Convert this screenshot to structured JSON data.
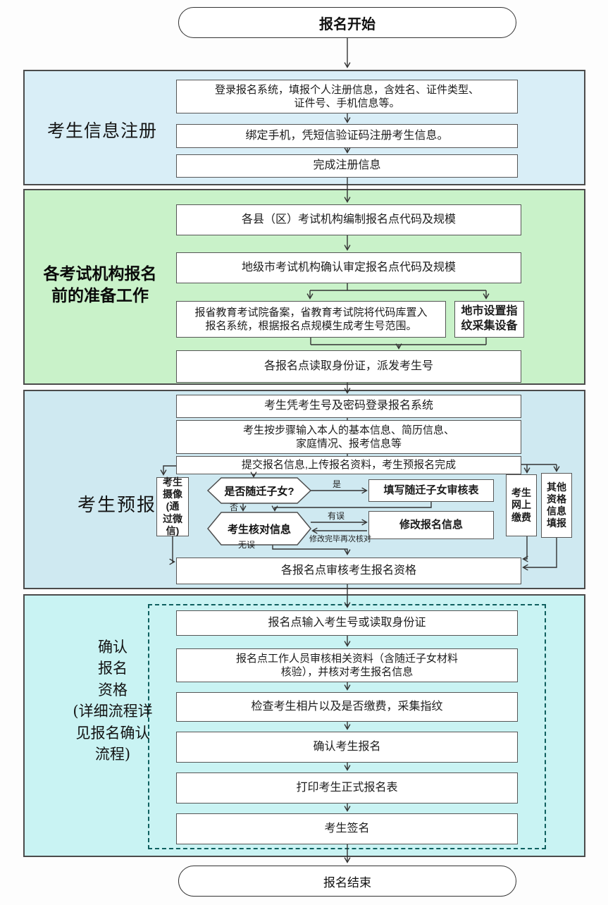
{
  "start_label": "报名开始",
  "end_label": "报名结束",
  "sections": {
    "register": {
      "label": "考生信息注册",
      "boxes": {
        "login": "登录报名系统，填报个人注册信息，含姓名、证件类型、\n证件号、手机信息等。",
        "bind_phone": "绑定手机，凭短信验证码注册考生信息。",
        "complete": "完成注册信息"
      }
    },
    "prepare": {
      "label": "各考试机构报名\n前的准备工作",
      "boxes": {
        "county_code": "各县（区）考试机构编制报名点代码及规模",
        "city_confirm": "地级市考试机构确认审定报名点代码及规模",
        "province_record": "报省教育考试院备案，省教育考试院将代码库置入\n报名系统，根据报名点规模生成考生号范围。",
        "fingerprint_device": "地市设置指\n纹采集设备",
        "distribute_id": "各报名点读取身份证，派发考生号"
      }
    },
    "pre_register": {
      "label": "考生预报名",
      "boxes": {
        "login": "考生凭考生号及密码登录报名系统",
        "input_info": "考生按步骤输入本人的基本信息、简历信息、\n家庭情况、报考信息等",
        "submit": "提交报名信息,上传报名资料，考生预报名完成",
        "photo": "考生\n摄像\n(通\n过微\n信)",
        "migrant_decision": "是否随迁子女?",
        "migrant_form": "填写随迁子女审核表",
        "verify_decision": "考生核对信息",
        "modify_info": "修改报名信息",
        "online_pay": "考生\n网上\n缴费",
        "other_info": "其他\n资格\n信息\n填报",
        "audit": "各报名点审核考生报名资格"
      },
      "edges": {
        "yes": "是",
        "no": "否",
        "has_error": "有误",
        "no_error": "无误",
        "recheck": "修改完毕再次核对"
      }
    },
    "confirm": {
      "label": "确认\n报名\n资格\n(详细流程详\n见报名确认\n流程)",
      "boxes": {
        "input_id": "报名点输入考生号或读取身份证",
        "review_material": "报名点工作人员审核相关资料（含随迁子女材料\n核验），并核对考生报名信息",
        "check_photo_pay": "检查考生相片以及是否缴费，采集指纹",
        "confirm_register": "确认考生报名",
        "print_form": "打印考生正式报名表",
        "sign": "考生签名"
      }
    }
  },
  "colors": {
    "register_bg": "#d9eef7",
    "prepare_bg": "#c9f2c9",
    "preregister_bg": "#cfe9f1",
    "confirm_bg": "#c9f3f3",
    "box_bg": "#ffffff",
    "line": "#333333",
    "dashed_border": "#0f5f5f"
  }
}
